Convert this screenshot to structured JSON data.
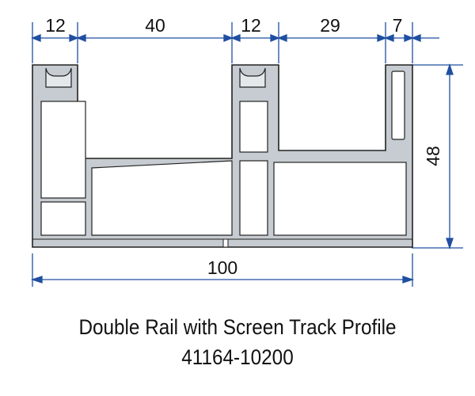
{
  "diagram": {
    "title": "Double Rail with Screen Track Profile",
    "part_number": "41164-10200",
    "dimensions": {
      "top": [
        "12",
        "40",
        "12",
        "29",
        "7"
      ],
      "height": "48",
      "overall_width": "100"
    },
    "colors": {
      "dimension_line": "#1f4fa0",
      "profile_fill": "#c6ccd1",
      "profile_stroke": "#222222",
      "chamber_fill": "#ffffff"
    }
  }
}
